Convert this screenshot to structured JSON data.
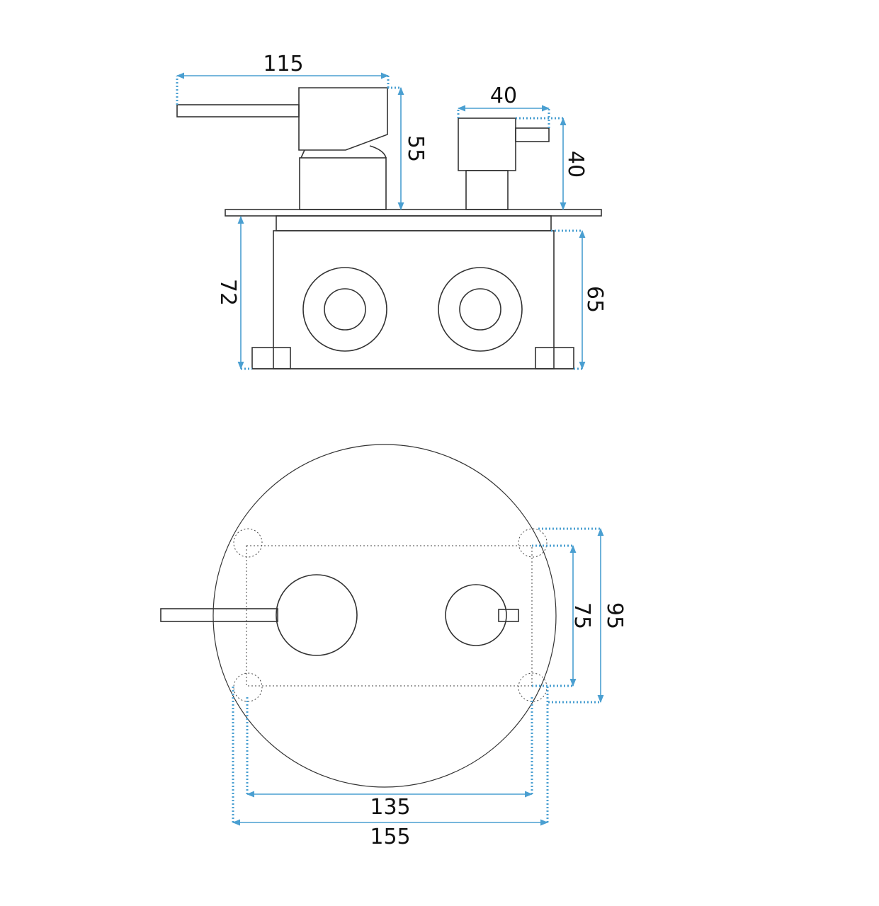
{
  "colors": {
    "dimension": "#4a9fd1",
    "outline": "#333333",
    "background": "#ffffff"
  },
  "side_view": {
    "dims": {
      "lever_length": "115",
      "diverter_width": "40",
      "mixer_height": "55",
      "diverter_height": "40",
      "total_depth": "72",
      "box_depth": "65"
    }
  },
  "front_view": {
    "dims": {
      "inner_height": "75",
      "outer_height": "95",
      "inner_width": "135",
      "outer_width": "155"
    }
  }
}
